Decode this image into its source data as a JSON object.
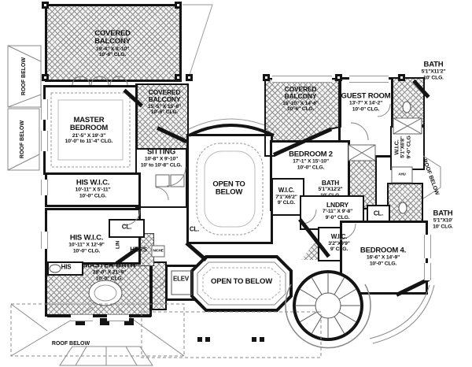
{
  "rooms": {
    "balcony_nw": {
      "n1": "COVERED",
      "n2": "BALCONY",
      "dims": "19'-4\" X 8'-10\"",
      "clg": "10'-6\" CLG."
    },
    "balcony_w": {
      "n1": "COVERED",
      "n2": "BALCONY",
      "dims": "15'-5\" X 15'-6\"",
      "clg": "10'-6\" CLG."
    },
    "balcony_e": {
      "n1": "COVERED",
      "n2": "BALCONY",
      "dims": "15'-10\" X 14'-6\"",
      "clg": "10'-6\" CLG."
    },
    "master_bedroom": {
      "n1": "MASTER",
      "n2": "BEDROOM",
      "dims": "21'-5\" X 19'-3\"",
      "clg": "10'-0\" to 11'-4\" CLG."
    },
    "sitting": {
      "n1": "SITTING",
      "dims": "10'-8\" X 9'-10\"",
      "clg": "10' to 10'-8\" CLG."
    },
    "guest_room": {
      "n1": "GUEST ROOM",
      "dims": "13'-7\" X 14'-2\"",
      "clg": "10'-0\" CLG."
    },
    "bath_ne": {
      "n1": "BATH",
      "dims": "5'1\"X11'2\"",
      "clg": "10' CLG."
    },
    "wic_e": {
      "n1": "W.I.C.",
      "dims": "5'1\"X6'8\"",
      "clg": "9'-0\" CLG"
    },
    "bedroom_2": {
      "n1": "BEDROOM 2",
      "dims": "17'-1\" X 15'-10\"",
      "clg": "10'-0\" CLG."
    },
    "wic_center": {
      "n1": "W.I.C.",
      "dims": "7'1\"X6'2\"",
      "clg": "9' CLG."
    },
    "bath_center": {
      "n1": "BATH",
      "dims": "5'1\"X12'2\"",
      "clg": "10' CLG."
    },
    "lndry": {
      "n1": "LNDRY",
      "dims": "7'-11\" X 9'-8\"",
      "clg": "9'-0\" CLG."
    },
    "bath_se": {
      "n1": "BATH",
      "dims": "5'1\"X10'",
      "clg": "10' CLG."
    },
    "wic_4": {
      "n1": "W.I.C.",
      "dims": "3'2\"X9'9\"",
      "clg": "9' CLG."
    },
    "bedroom_4": {
      "n1": "BEDROOM 4.",
      "dims": "16'-6\" X 14'-9\"",
      "clg": "10'-0\" CLG."
    },
    "his_wic_1": {
      "n1": "HIS W.I.C.",
      "dims": "10'-11\" X 5'-11\"",
      "clg": "10'-0\" CLG."
    },
    "his_wic_2": {
      "n1": "HIS W.I.C.",
      "dims": "10'-11\" X 12'-9\"",
      "clg": "10'-0\" CLG."
    },
    "master_bath": {
      "n1": "MASTER BATH",
      "dims": "28'-0\" X 21'-9\"",
      "clg": "10'-0\" CLG."
    },
    "open_below_main": {
      "n1": "OPEN TO",
      "n2": "BELOW"
    },
    "open_below_s": {
      "n1": "OPEN TO BELOW"
    }
  },
  "annotations": {
    "roof_below": "ROOF BELOW",
    "elev": "ELEV",
    "cl": "CL.",
    "his": "HIS",
    "hers": "HERS",
    "lin": "LIN",
    "niche": "NICHE",
    "ahu": "AHU"
  },
  "colors": {
    "line": "#141414",
    "hatch": "#8d8d8d",
    "paper": "#ffffff"
  }
}
